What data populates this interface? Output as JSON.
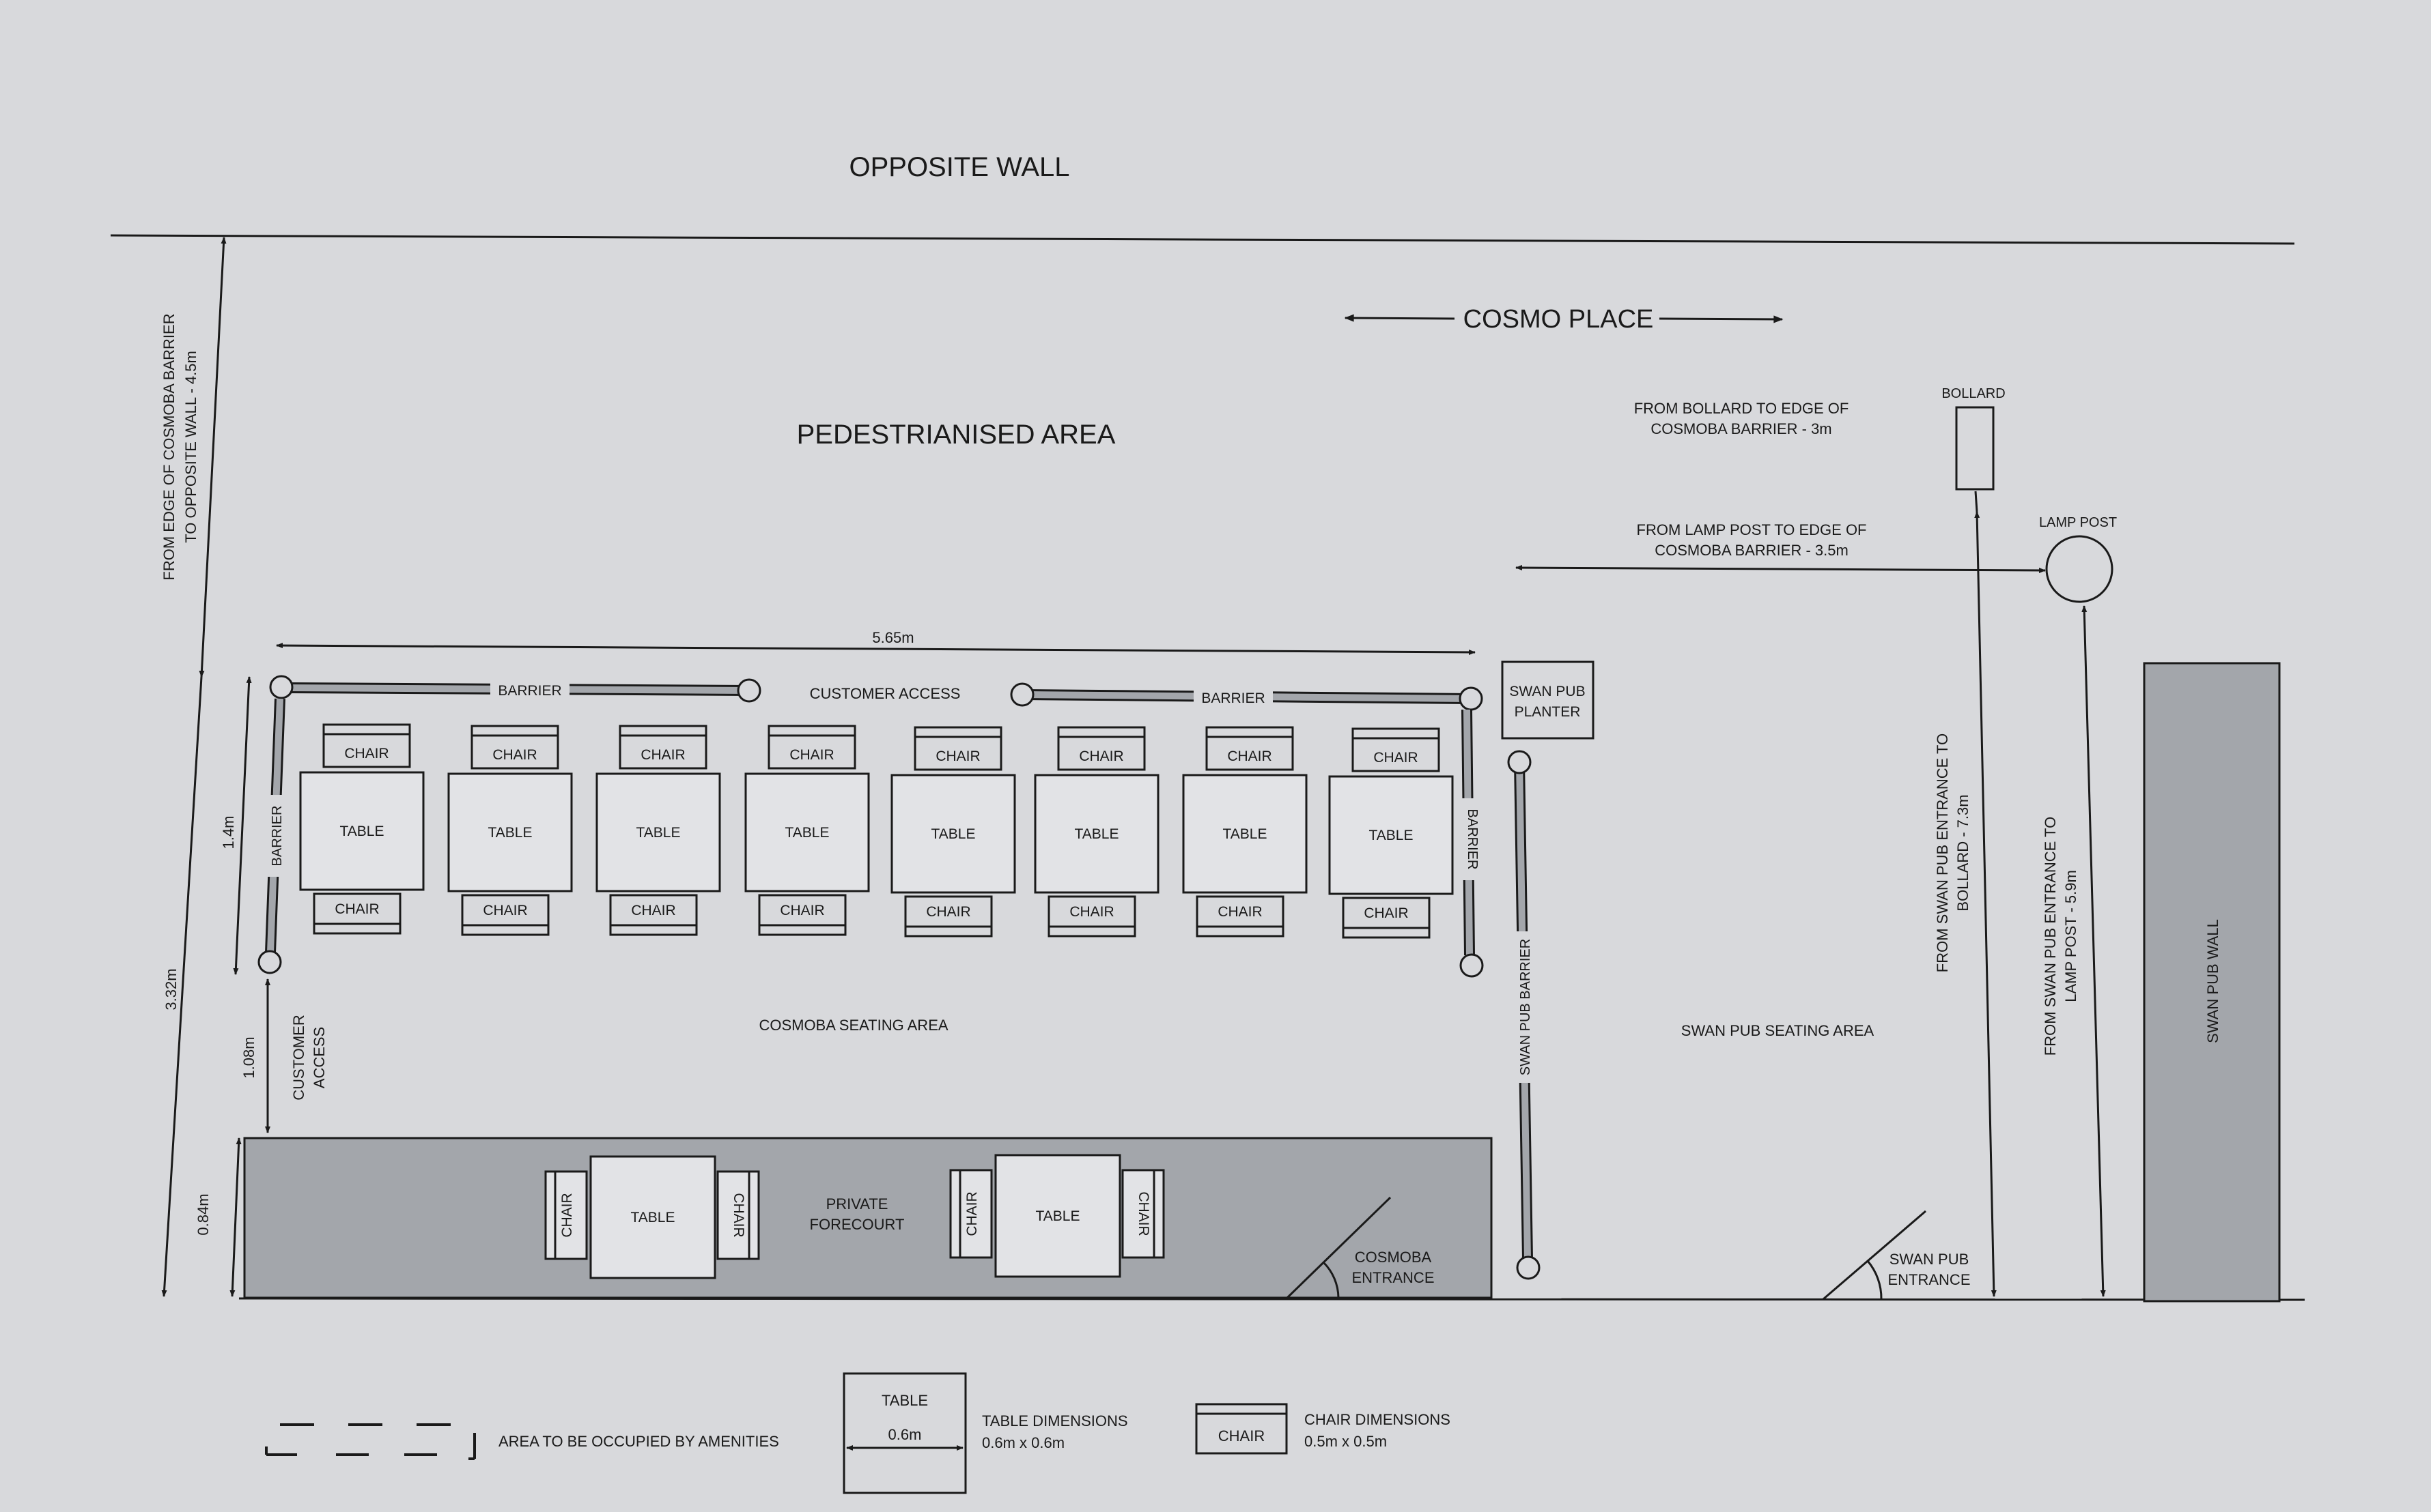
{
  "labels": {
    "opposite_wall": "OPPOSITE WALL",
    "cosmo_place": "COSMO PLACE",
    "pedestrianised_area": "PEDESTRIANISED AREA",
    "bollard": "BOLLARD",
    "lamp_post": "LAMP POST",
    "from_bollard_1": "FROM BOLLARD TO EDGE OF",
    "from_bollard_2": "COSMOBA BARRIER - 3m",
    "from_lamp_1": "FROM LAMP POST TO EDGE OF",
    "from_lamp_2": "COSMOBA BARRIER - 3.5m",
    "left_vertical_1": "FROM EDGE OF COSMOBA BARRIER",
    "left_vertical_2": "TO OPPOSITE WALL - 4.5m",
    "dim_565": "5.65m",
    "dim_14": "1.4m",
    "dim_332": "3.32m",
    "dim_108": "1.08m",
    "dim_084": "0.84m",
    "barrier": "BARRIER",
    "customer_access": "CUSTOMER ACCESS",
    "customer_access_side_1": "CUSTOMER",
    "customer_access_side_2": "ACCESS",
    "swan_planter_1": "SWAN PUB",
    "swan_planter_2": "PLANTER",
    "swan_pub_barrier": "SWAN PUB BARRIER",
    "cosmoba_seating_area": "COSMOBA SEATING AREA",
    "swan_pub_seating_area": "SWAN PUB SEATING AREA",
    "swan_to_bollard_1": "FROM SWAN PUB ENTRANCE TO",
    "swan_to_bollard_2": "BOLLARD - 7.3m",
    "swan_to_lamp_1": "FROM SWAN PUB ENTRANCE TO",
    "swan_to_lamp_2": "LAMP POST - 5.9m",
    "swan_pub_wall": "SWAN PUB WALL",
    "private_forecourt_1": "PRIVATE",
    "private_forecourt_2": "FORECOURT",
    "cosmoba_entrance_1": "COSMOBA",
    "cosmoba_entrance_2": "ENTRANCE",
    "swan_entrance_1": "SWAN PUB",
    "swan_entrance_2": "ENTRANCE",
    "table": "TABLE",
    "chair": "CHAIR"
  },
  "legend": {
    "amenities": "AREA TO BE OCCUPIED BY AMENITIES",
    "table_label": "TABLE",
    "table_size": "0.6m",
    "table_dim_1": "TABLE DIMENSIONS",
    "table_dim_2": "0.6m x 0.6m",
    "chair_label": "CHAIR",
    "chair_dim_1": "CHAIR DIMENSIONS",
    "chair_dim_2": "0.5m x 0.5m"
  },
  "colors": {
    "paper": "#d8d9dc",
    "ink": "#1a1a1a",
    "shaded_fill": "#a3a6ab",
    "table_fill": "#e2e3e6"
  }
}
